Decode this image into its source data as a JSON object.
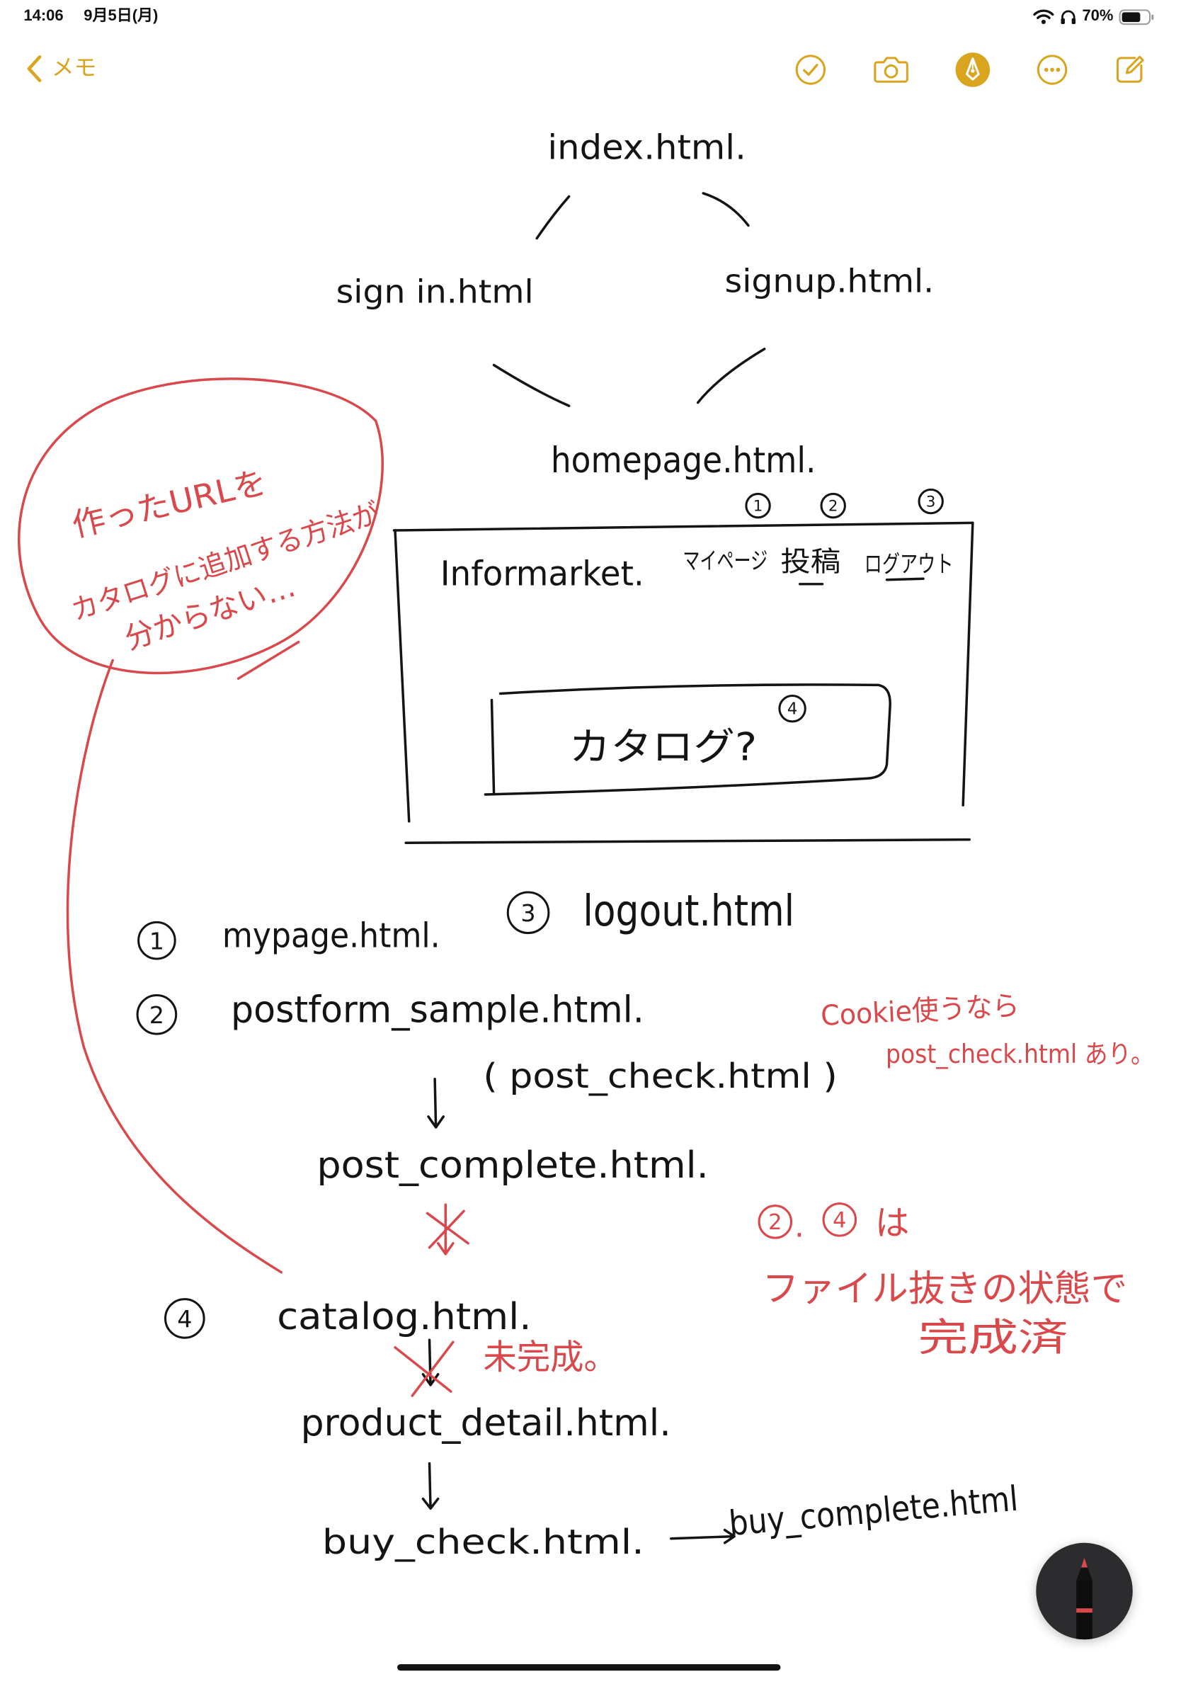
{
  "status_bar": {
    "time": "14:06",
    "date": "9月5日(月)",
    "battery_level": "70%",
    "icons": [
      "wifi-icon",
      "headphones-icon",
      "battery-icon"
    ]
  },
  "nav_bar": {
    "back_label": "メモ",
    "buttons": [
      "checklist-icon",
      "camera-icon",
      "markup-icon",
      "more-icon",
      "compose-icon"
    ]
  },
  "colors": {
    "accent": "#D9A41E",
    "ink": "#141414",
    "red_ink": "#D9484A",
    "tool_button": "#2C2C2E"
  },
  "note": {
    "sitemap": {
      "index": "index.html.",
      "signin": "sign in.html",
      "signup": "signup.html.",
      "homepage": "homepage.html."
    },
    "wireframe": {
      "brand": "Informarket.",
      "nav": [
        "マイページ",
        "投稿",
        "ログアウト"
      ],
      "nav_markers": [
        "1",
        "2",
        "3"
      ],
      "catalog_button": "カタログ?",
      "catalog_marker": "4"
    },
    "pages": {
      "mypage": {
        "marker": "1",
        "file": "mypage.html."
      },
      "logout": {
        "marker": "3",
        "file": "logout.html"
      },
      "post": {
        "marker": "2",
        "file": "postform_sample.html.",
        "check": "( post_check.html )",
        "complete": "post_complete.html."
      },
      "catalog": {
        "marker": "4",
        "file": "catalog.html.",
        "detail": "product_detail.html.",
        "buy_check": "buy_check.html.",
        "buy_complete": "buy_complete.html"
      }
    },
    "annotations": {
      "question": [
        "作ったURLを",
        "カタログに追加する方法が",
        "分からない…"
      ],
      "cookie": [
        "Cookie使うなら",
        "post_check.html あり。"
      ],
      "done": {
        "markers": [
          "2",
          "4"
        ],
        "separator": ".",
        "suffix": "は",
        "lines": [
          "ファイル抜きの状態で",
          "完成済"
        ]
      },
      "incomplete": "未完成。"
    }
  },
  "tool": {
    "icon": "pencil-icon"
  }
}
